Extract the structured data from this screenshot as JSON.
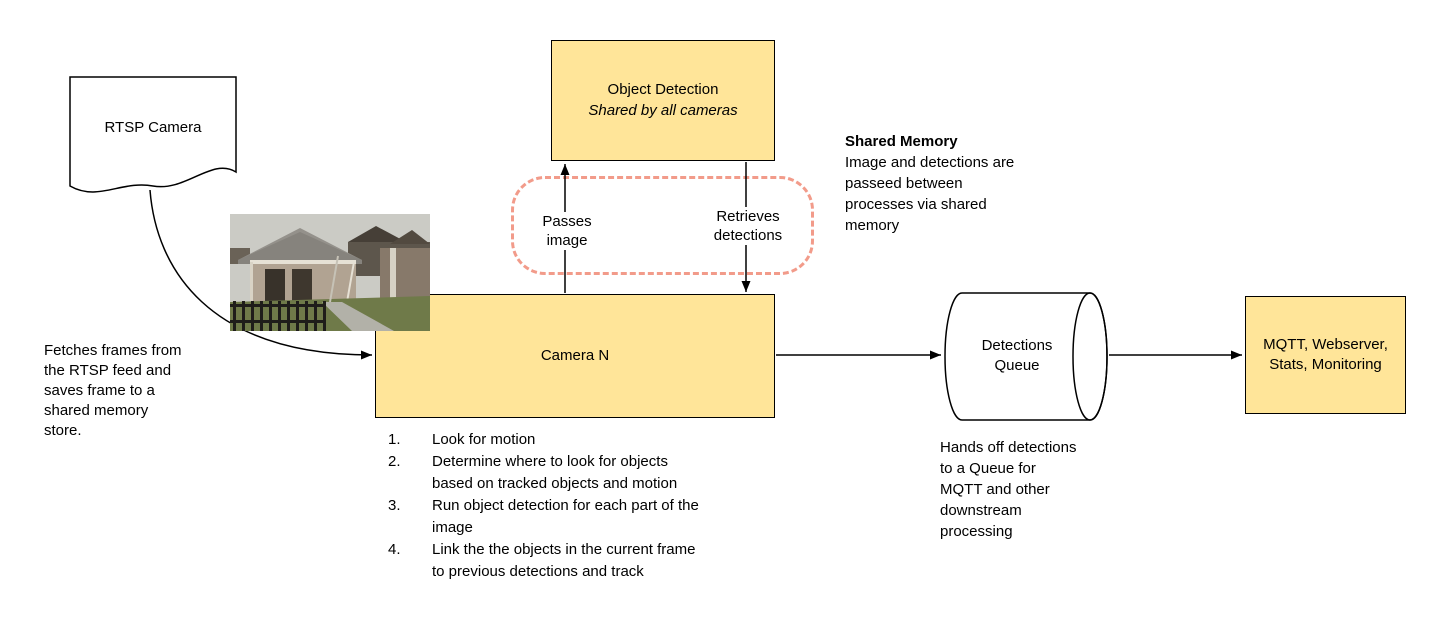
{
  "diagram": {
    "colors": {
      "node_fill": "#ffe599",
      "node_border": "#000000",
      "shared_memory_outline": "#f29b8a",
      "arrow": "#000000",
      "background": "#ffffff"
    },
    "rtsp_camera": {
      "label": "RTSP Camera"
    },
    "fetch_note": "Fetches frames from\nthe RTSP feed and\nsaves frame to a\nshared memory\nstore.",
    "camera_image": {
      "name": "backyard-camera-snapshot"
    },
    "object_detection": {
      "title": "Object Detection",
      "subtitle": "Shared by all cameras"
    },
    "edge_labels": {
      "passes_image": "Passes\nimage",
      "retrieves_detections": "Retrieves\ndetections"
    },
    "shared_memory": {
      "title": "Shared Memory",
      "body": "Image and detections are\npasseed between\nprocesses via shared\nmemory"
    },
    "camera_n": {
      "label": "Camera N",
      "steps": [
        {
          "num": "1.",
          "text": "Look for motion"
        },
        {
          "num": "2.",
          "text": "Determine where to look for objects\nbased on tracked objects and motion"
        },
        {
          "num": "3.",
          "text": "Run object detection for each part of the\nimage"
        },
        {
          "num": "4.",
          "text": "Link the the objects in the current frame\nto previous detections and track"
        }
      ]
    },
    "detections_queue": {
      "label": "Detections\nQueue",
      "note": "Hands off detections\nto a Queue for\nMQTT and other\ndownstream\nprocessing"
    },
    "outputs": {
      "label": "MQTT, Webserver,\nStats, Monitoring"
    }
  }
}
